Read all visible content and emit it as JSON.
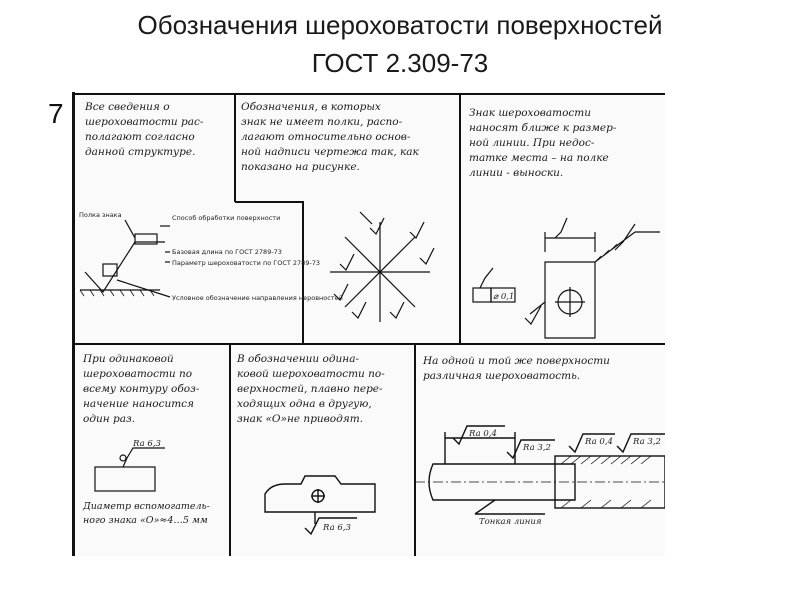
{
  "title": {
    "line1": "Обозначения шероховатости поверхностей",
    "line2": "ГОСТ 2.309-73"
  },
  "slide_number": "7",
  "cells": {
    "c1": "Все сведения о\nшероховатости рас-\nполагают согласно\nданной структуре.",
    "c2": "Обозначения, в которых\nзнак не имеет полки, распо-\nлагают относительно основ-\nной надписи чертежа так, как\nпоказано на рисунке.",
    "c3": "Знак шероховатости\nнаносят ближе к размер-\nной линии. При недос-\nтатке места – на полке\nлинии - выноски.",
    "c4": "При одинаковой\nшероховатости по\nвсему контуру обоз-\nначение наносится\nодин раз.",
    "c4_note": "Диаметр вспомогатель-\nного знака «О»≈4…5 мм",
    "c5": "В обозначении одина-\nковой шероховатости по-\nверхностей, плавно пере-\nходящих одна в другую,\nзнак «О»не приводят.",
    "c6": "На одной и той же поверхности\nразличная шероховатость."
  },
  "diagram_labels": {
    "polka": "Полка знака",
    "sposob": "Способ обработки поверхности",
    "bazovaya": "Базовая длина по ГОСТ 2789-73",
    "parametr": "Параметр шероховатости по ГОСТ 2789-73",
    "uslovnoe": "Условное обозначение направления неровностей",
    "dim_box": "⌀ 0,1",
    "ra63_a": "Ra 6,3",
    "ra63_b": "Ra 6,3",
    "ra04_a": "Ra 0,4",
    "ra32_a": "Ra 3,2",
    "ra04_b": "Ra 0,4",
    "ra32_b": "Ra 3,2",
    "thin_line": "Тонкая линия"
  }
}
